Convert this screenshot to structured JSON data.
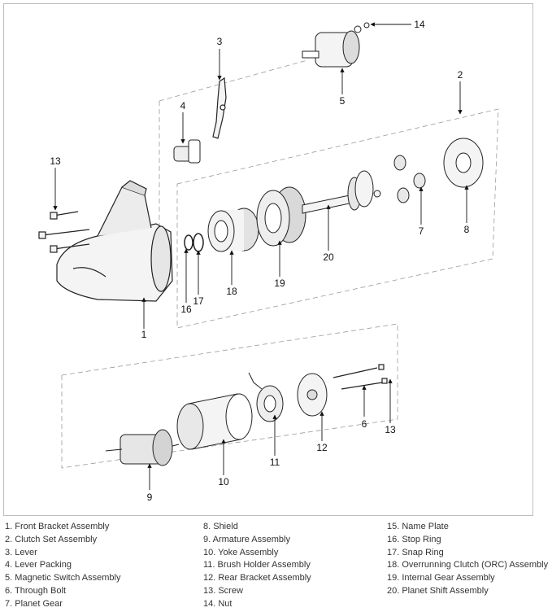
{
  "callouts": {
    "c1": "1",
    "c2": "2",
    "c3": "3",
    "c4": "4",
    "c5": "5",
    "c6": "6",
    "c7": "7",
    "c8": "8",
    "c9": "9",
    "c10": "10",
    "c11": "11",
    "c12": "12",
    "c13a": "13",
    "c13b": "13",
    "c14": "14",
    "c16": "16",
    "c17": "17",
    "c18": "18",
    "c19": "19",
    "c20": "20"
  },
  "legend": {
    "col1": [
      "1. Front Bracket Assembly",
      "2. Clutch Set Assembly",
      "3. Lever",
      "4. Lever Packing",
      "5. Magnetic Switch Assembly",
      "6. Through Bolt",
      "7. Planet Gear"
    ],
    "col2": [
      "8. Shield",
      "9. Armature Assembly",
      "10. Yoke Assembly",
      "11. Brush Holder Assembly",
      "12. Rear Bracket Assembly",
      "13. Screw",
      "14. Nut"
    ],
    "col3": [
      "15. Name Plate",
      "16. Stop Ring",
      "17. Snap Ring",
      "18. Overrunning Clutch (ORC) Assembly",
      "19. Internal Gear Assembly",
      "20. Planet Shift Assembly"
    ]
  },
  "colors": {
    "line": "#222222",
    "dash": "#9a9a9a",
    "fill": "#f4f4f4",
    "shade": "#d8d8d8"
  }
}
